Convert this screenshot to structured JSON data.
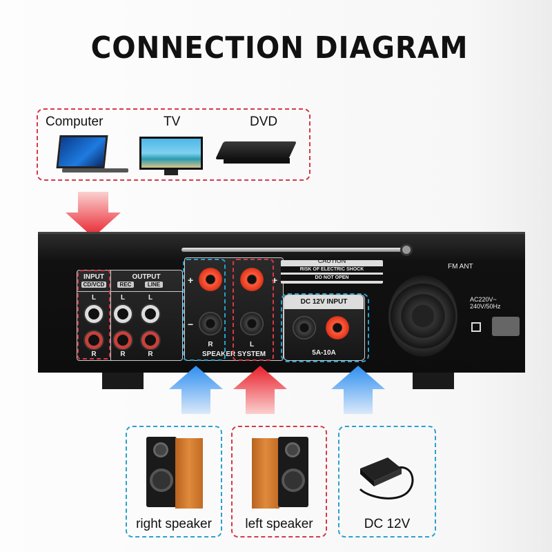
{
  "title": "CONNECTION DIAGRAM",
  "sources": [
    {
      "label": "Computer",
      "icon": "laptop-icon"
    },
    {
      "label": "TV",
      "icon": "tv-icon"
    },
    {
      "label": "DVD",
      "icon": "dvd-player-icon"
    }
  ],
  "panel": {
    "input_title": "INPUT",
    "input_sub": "CD/VCD",
    "output_title": "OUTPUT",
    "output_rec": "REC",
    "output_line": "LINE",
    "L": "L",
    "R": "R",
    "plus": "+",
    "minus": "−",
    "speaker_system": "SPEAKER SYSTEM",
    "caution_title": "CAUTION",
    "caution_line1": "RISK OF ELECTRIC SHOCK",
    "caution_line2": "DO NOT OPEN",
    "dc_input": "DC 12V INPUT",
    "dc_range": "5A-10A",
    "fm_ant": "FM ANT",
    "ac_line1": "AC220V~",
    "ac_line2": "240V/50Hz"
  },
  "outputs": [
    {
      "label": "right speaker"
    },
    {
      "label": "left speaker"
    },
    {
      "label": "DC 12V"
    }
  ],
  "colors": {
    "red": "#d4394a",
    "blue": "#2aa0cf"
  }
}
